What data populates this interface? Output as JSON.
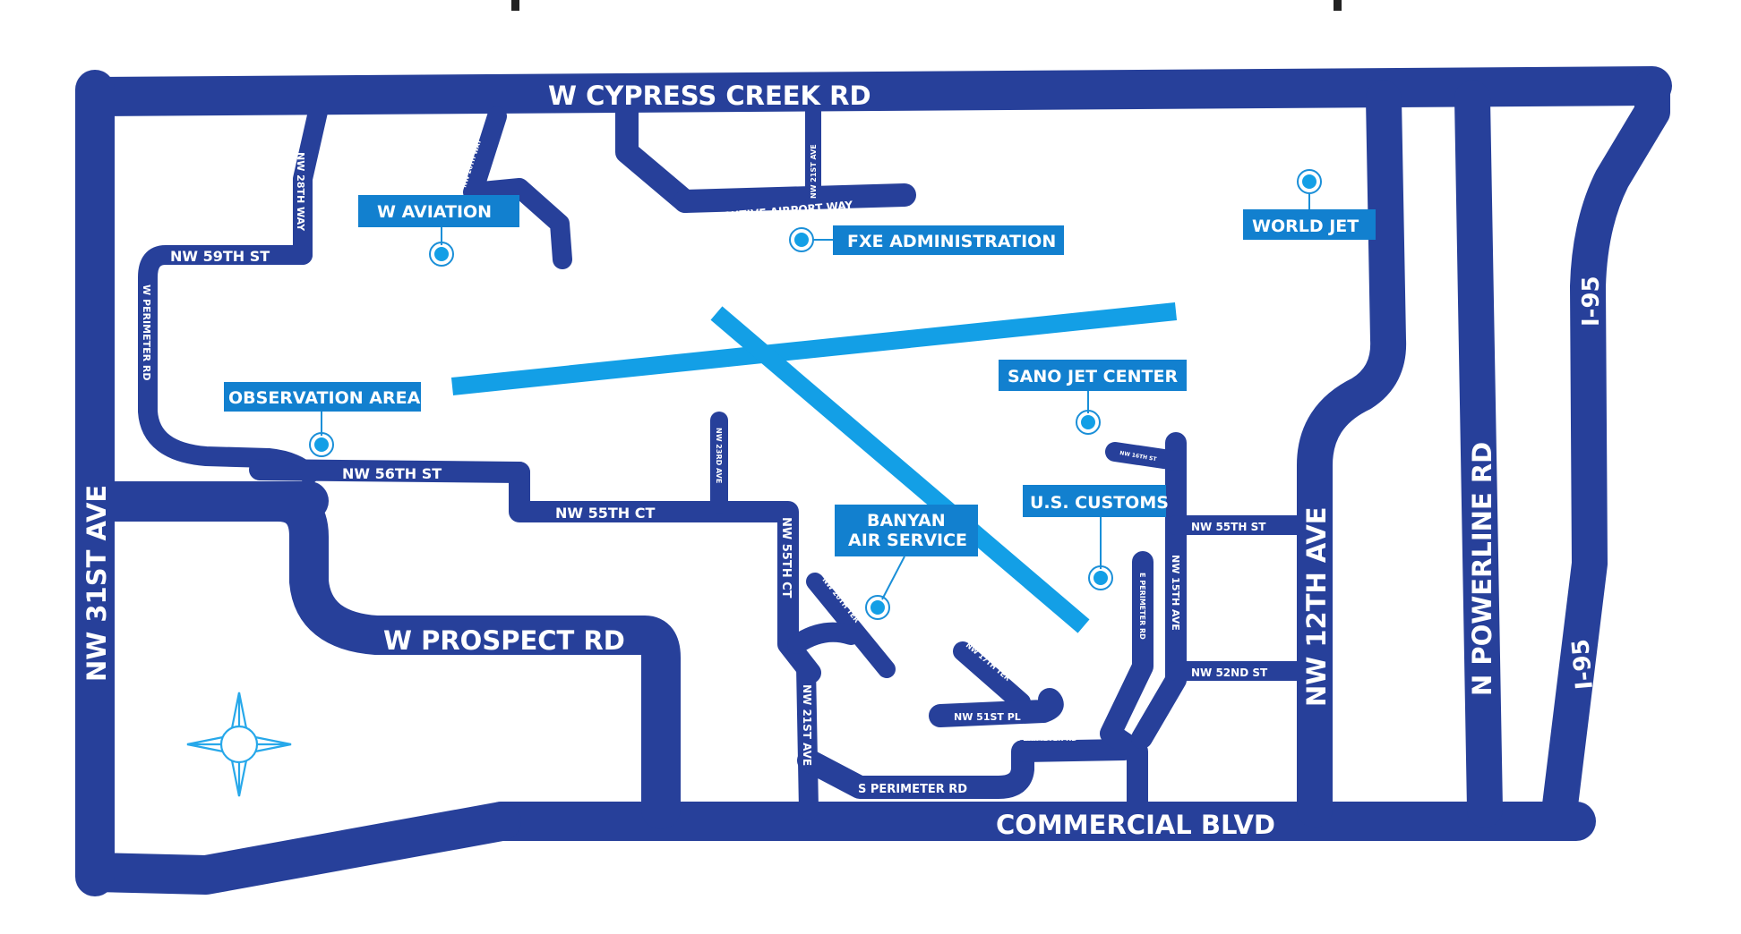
{
  "map": {
    "title": "Fort Lauderdale Executive Airport area map",
    "colors": {
      "road": "#27409a",
      "runway": "#139fe6",
      "poi_label": "#1280cf",
      "background": "#ffffff"
    },
    "major_roads": {
      "north": "W CYPRESS CREEK RD",
      "south": "COMMERCIAL BLVD",
      "west": "NW 31ST AVE",
      "prospect": "W PROSPECT RD",
      "nw12": "NW 12TH AVE",
      "powerline": "N POWERLINE RD",
      "i95_upper": "I-95",
      "i95_lower": "I-95"
    },
    "minor_roads": {
      "nw59": "NW 59TH ST",
      "nw28way": "NW 28TH WAY",
      "nw26way": "NW 26TH WAY",
      "nw21ave_top": "NW 21ST AVE",
      "exec_airport_way": "EXECUTIVE AIRPORT WAY",
      "w_perimeter": "W PERIMETER RD",
      "nw56": "NW 56TH ST",
      "nw55ct_h": "NW 55TH CT",
      "nw23ave": "NW 23RD AVE",
      "nw55ct_v": "NW 55TH CT",
      "nw20ter": "NW 20TH TER",
      "nw21ave_bottom": "NW 21ST AVE",
      "s_perimeter": "S PERIMETER RD",
      "nw17ter": "NW 17TH TER",
      "nw51pl": "NW 51ST PL",
      "e_perimeter_h": "E PERIMETER RD",
      "e_perimeter_v": "E PERIMETER RD",
      "nw15ave": "NW 15TH AVE",
      "nw16st": "NW 16TH ST",
      "nw55st": "NW 55TH ST",
      "nw52nd": "NW 52ND ST"
    },
    "points_of_interest": [
      {
        "id": "w-aviation",
        "label": "W AVIATION"
      },
      {
        "id": "fxe-administration",
        "label": "FXE ADMINISTRATION"
      },
      {
        "id": "world-jet",
        "label": "WORLD JET"
      },
      {
        "id": "observation-area",
        "label": "OBSERVATION AREA"
      },
      {
        "id": "sano-jet-center",
        "label": "SANO JET CENTER"
      },
      {
        "id": "us-customs",
        "label": "U.S. CUSTOMS"
      },
      {
        "id": "banyan-air-service",
        "label": "BANYAN",
        "label2": "AIR SERVICE"
      }
    ],
    "compass_icon": "compass-rose"
  }
}
